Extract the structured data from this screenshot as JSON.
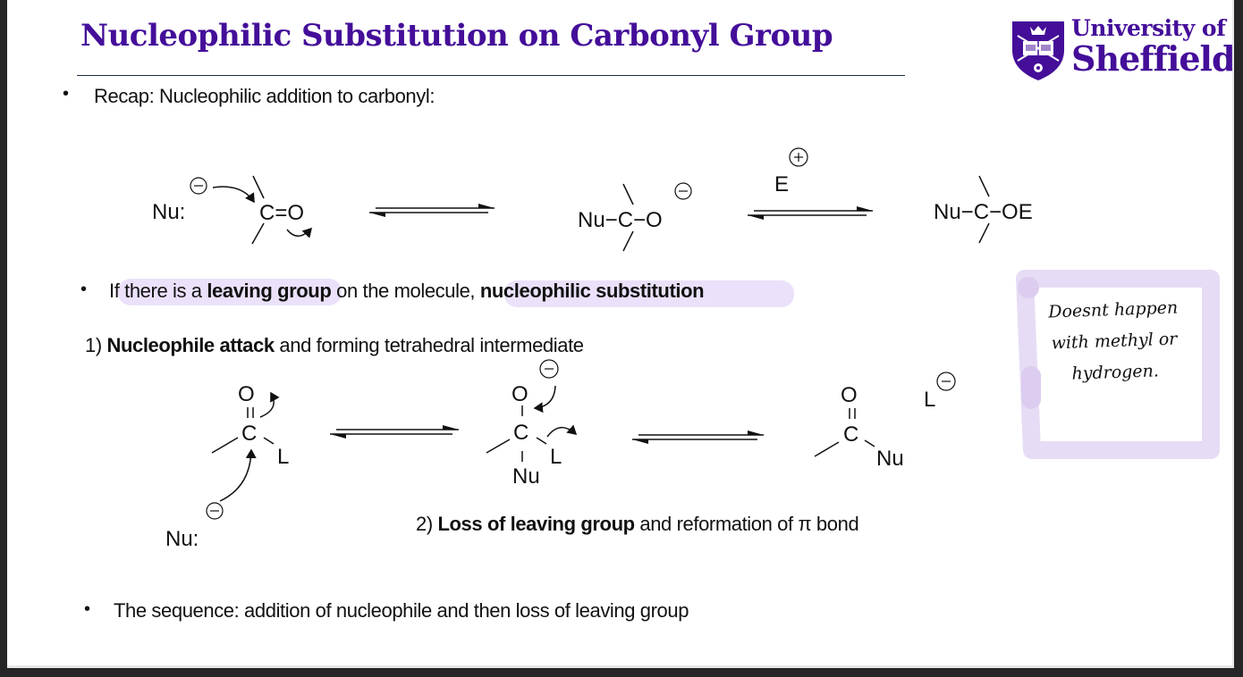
{
  "slide": {
    "title": "Nucleophilic Substitution on Carbonyl Group",
    "logo": {
      "line1": "University of",
      "line2": "Sheffield",
      "crest_icon": "university-crest-icon",
      "brand_color": "#440e99"
    },
    "bullets": [
      {
        "text": "Recap: Nucleophilic addition to carbonyl:"
      },
      {
        "prefix": "If there is a ",
        "bold1": "leaving group",
        "middle": " on the molecule, ",
        "bold2": "nucleophilic substitution",
        "highlight_color": "#e9defa"
      },
      {
        "text": "The sequence: addition of nucleophile and then loss of leaving group"
      }
    ],
    "steps": [
      {
        "number": "1) ",
        "bold": "Nucleophile attack",
        "rest": " and forming tetrahedral intermediate"
      },
      {
        "number": "2) ",
        "bold": "Loss of leaving group",
        "rest": " and reformation of π bond"
      }
    ],
    "scheme_addition": {
      "reactant_nucleophile": "Nu:",
      "reactant_carbonyl": "C=O",
      "intermediate": "Nu−C−O",
      "electrophile": "E",
      "product": "Nu−C−OE",
      "charge_minus": "−",
      "charge_plus": "+"
    },
    "scheme_substitution": {
      "start_O": "O",
      "start_C": "C",
      "start_L": "L",
      "nucleophile": "Nu:",
      "tetrahedral_O": "O",
      "tetrahedral_C": "C",
      "tetrahedral_L": "L",
      "tetrahedral_Nu": "Nu",
      "product_O": "O",
      "product_C": "C",
      "product_Nu": "Nu",
      "leaving_group": "L"
    },
    "annotation": {
      "lines": [
        "Doesnt happen",
        "with methyl or",
        "hydrogen."
      ],
      "frame_color": "#e6dcf5"
    },
    "colors": {
      "frame_background": "#262626",
      "slide_background": "#ffffff",
      "title_rule": "#1f2a44"
    }
  }
}
